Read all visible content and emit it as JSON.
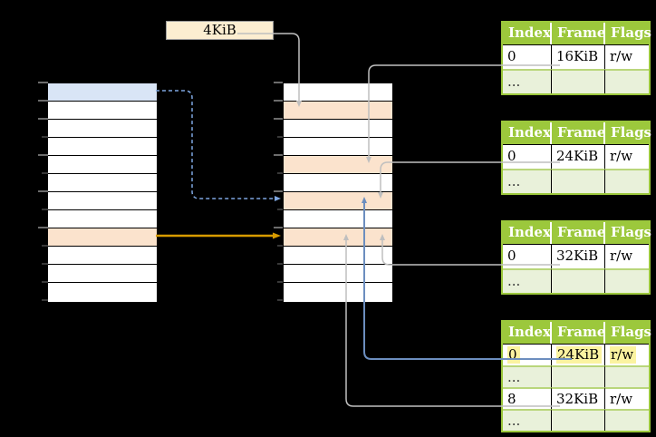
{
  "size_label": {
    "text": "4KiB"
  },
  "virtual_memory_column": {
    "rows": 12,
    "highlighted_blue_row": 0,
    "highlighted_orange_row": 8
  },
  "physical_memory_column": {
    "rows": 12,
    "highlighted_orange_rows": [
      1,
      4,
      6,
      8
    ]
  },
  "tables": [
    {
      "headers": [
        "Index",
        "Frame",
        "Flags"
      ],
      "rows": [
        [
          "0",
          "16KiB",
          "r/w"
        ],
        [
          "...",
          "",
          ""
        ]
      ]
    },
    {
      "headers": [
        "Index",
        "Frame",
        "Flags"
      ],
      "rows": [
        [
          "0",
          "24KiB",
          "r/w"
        ],
        [
          "...",
          "",
          ""
        ]
      ]
    },
    {
      "headers": [
        "Index",
        "Frame",
        "Flags"
      ],
      "rows": [
        [
          "0",
          "32KiB",
          "r/w"
        ],
        [
          "...",
          "",
          ""
        ]
      ]
    },
    {
      "headers": [
        "Index",
        "Frame",
        "Flags"
      ],
      "rows": [
        [
          "0",
          "24KiB",
          "r/w"
        ],
        [
          "...",
          "",
          ""
        ],
        [
          "8",
          "32KiB",
          "r/w"
        ],
        [
          "...",
          "",
          ""
        ]
      ],
      "highlighted_row": 0
    }
  ],
  "connections": [
    {
      "from": "size-label",
      "to": "physical-row-1",
      "style": "gray-solid"
    },
    {
      "from": "table1-frame-16KiB",
      "to": "physical-row-4",
      "style": "gray-solid"
    },
    {
      "from": "table2-frame-24KiB",
      "to": "physical-row-6",
      "style": "gray-solid"
    },
    {
      "from": "table3-frame-32KiB",
      "to": "physical-row-8",
      "style": "gray-solid"
    },
    {
      "from": "table4-row0-24KiB",
      "to": "physical-row-6",
      "style": "blue-solid"
    },
    {
      "from": "table4-row8-32KiB",
      "to": "physical-row-8",
      "style": "gray-solid"
    },
    {
      "from": "virtual-row-0",
      "to": "physical-row-6",
      "style": "blue-dashed"
    },
    {
      "from": "virtual-row-8",
      "to": "physical-row-8",
      "style": "orange-solid"
    }
  ],
  "colors": {
    "background": "#000000",
    "table_header_green": "#9CC83C",
    "table_shaded_row": "#E9F1DA",
    "peach_highlight": "#FBE3CD",
    "blue_highlight": "#D9E5F6",
    "yellow_text_highlight": "#FBF3A0",
    "label_background": "#FCEED1",
    "connector_gray": "#BFBFBF",
    "connector_blue": "#6C8EBF",
    "connector_dashed_blue": "#7EA6E0",
    "connector_orange": "#D79B00"
  }
}
